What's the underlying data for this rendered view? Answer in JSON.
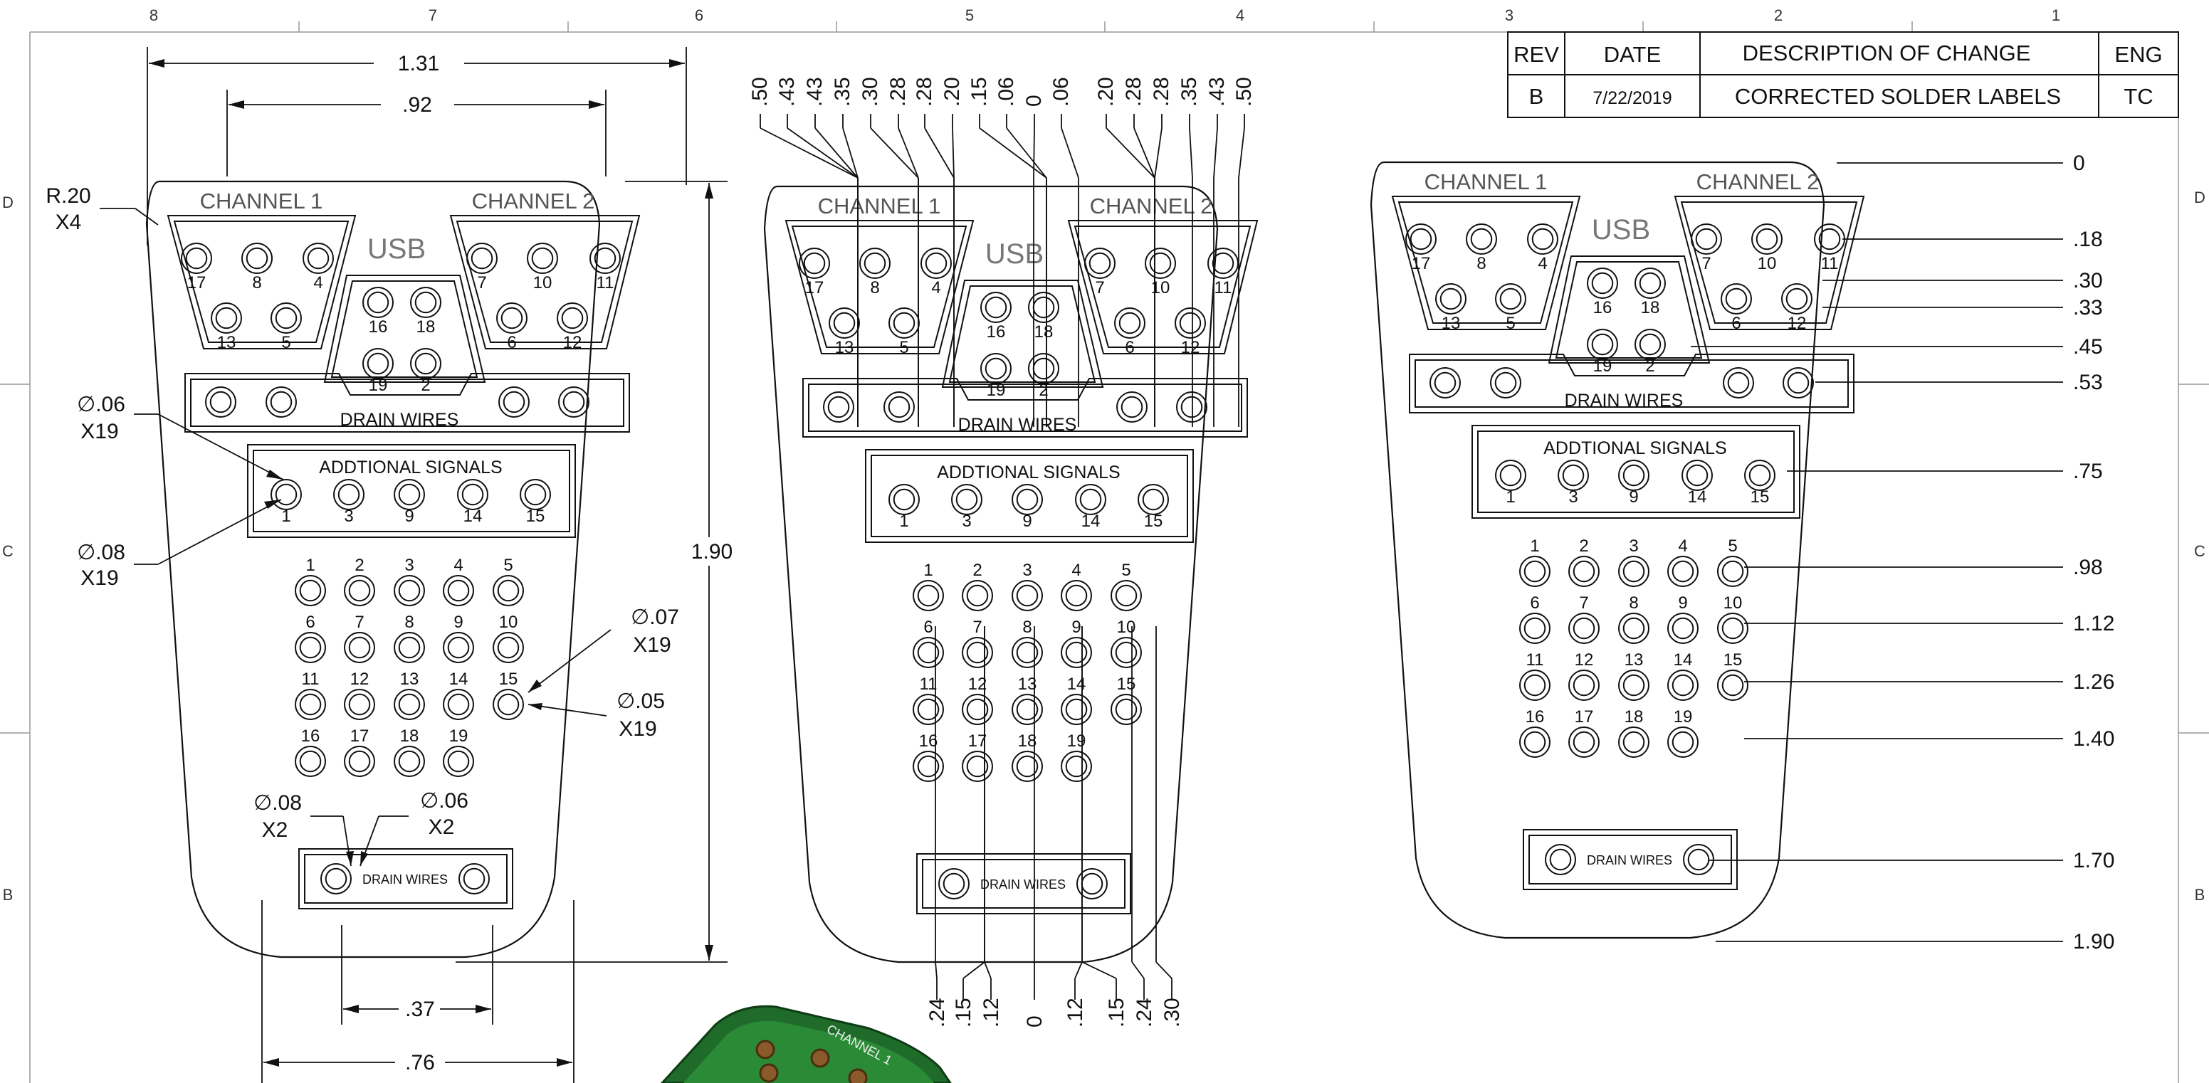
{
  "grid": {
    "columns": [
      "8",
      "7",
      "6",
      "5",
      "4",
      "3",
      "2",
      "1"
    ],
    "rows": [
      "D",
      "C",
      "B"
    ]
  },
  "revision_table": {
    "headers": [
      "REV",
      "DATE",
      "DESCRIPTION OF CHANGE",
      "ENG"
    ],
    "rows": [
      [
        "B",
        "7/22/2019",
        "CORRECTED SOLDER LABELS",
        "TC"
      ]
    ]
  },
  "labels": {
    "channel1": "CHANNEL 1",
    "channel2": "CHANNEL 2",
    "usb": "USB",
    "drain_wires": "DRAIN WIRES",
    "additional_signals": "ADDTIONAL SIGNALS"
  },
  "pins": {
    "ch1_row1": [
      "17",
      "8",
      "4"
    ],
    "ch1_row2": [
      "13",
      "5"
    ],
    "ch2_row1": [
      "7",
      "10",
      "11"
    ],
    "ch2_row2": [
      "6",
      "12"
    ],
    "usb_row1": [
      "16",
      "18"
    ],
    "usb_row2": [
      "19",
      "2"
    ],
    "additional": [
      "1",
      "3",
      "9",
      "14",
      "15"
    ],
    "grid": [
      [
        "1",
        "2",
        "3",
        "4",
        "5"
      ],
      [
        "6",
        "7",
        "8",
        "9",
        "10"
      ],
      [
        "11",
        "12",
        "13",
        "14",
        "15"
      ],
      [
        "16",
        "17",
        "18",
        "19"
      ]
    ]
  },
  "view_left_dims": {
    "width_top": "1.31",
    "width_conn": ".92",
    "height": "1.90",
    "width_bottom": ".76",
    "drain_spacing": ".37",
    "radius": "R.20",
    "radius_qty": "X4",
    "callouts": [
      {
        "dia": "∅.06",
        "qty": "X19"
      },
      {
        "dia": "∅.08",
        "qty": "X19"
      },
      {
        "dia": "∅.07",
        "qty": "X19"
      },
      {
        "dia": "∅.05",
        "qty": "X19"
      },
      {
        "dia": "∅.08",
        "qty": "X2"
      },
      {
        "dia": "∅.06",
        "qty": "X2"
      }
    ]
  },
  "view_middle_dims": {
    "top": [
      ".50",
      ".43",
      ".43",
      ".35",
      ".30",
      ".28",
      ".28",
      ".20",
      ".15",
      ".06",
      "0",
      ".06",
      ".20",
      ".28",
      ".28",
      ".35",
      ".43",
      ".50"
    ],
    "bottom": [
      ".24",
      ".15",
      ".12",
      "0",
      ".12",
      ".15",
      ".24",
      ".30"
    ]
  },
  "view_right_dims": [
    {
      "label": "0"
    },
    {
      "label": ".18"
    },
    {
      "label": ".30"
    },
    {
      "label": ".33"
    },
    {
      "label": ".45"
    },
    {
      "label": ".53"
    },
    {
      "label": ".75"
    },
    {
      "label": ".98"
    },
    {
      "label": "1.12"
    },
    {
      "label": "1.26"
    },
    {
      "label": "1.40"
    },
    {
      "label": "1.70"
    },
    {
      "label": "1.90"
    }
  ],
  "render_label": "CHANNEL 1"
}
